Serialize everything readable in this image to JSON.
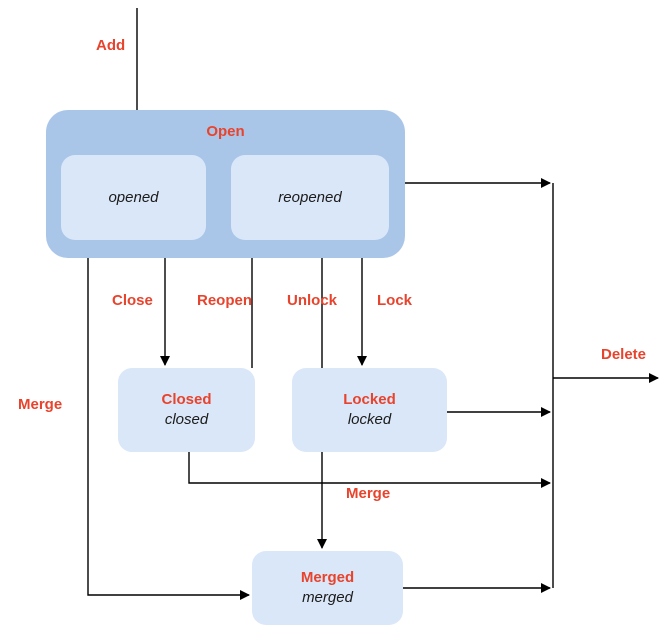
{
  "diagram_type": "state-diagram",
  "colors": {
    "group_fill": "#a9c6e9",
    "state_fill": "#dae7f8",
    "accent_red": "#e8432c",
    "line": "#000000",
    "background": "#ffffff"
  },
  "states": {
    "open": {
      "label": "Open"
    },
    "opened": {
      "label": "opened"
    },
    "reopened": {
      "label": "reopened"
    },
    "closed": {
      "title": "Closed",
      "state": "closed"
    },
    "locked": {
      "title": "Locked",
      "state": "locked"
    },
    "merged": {
      "title": "Merged",
      "state": "merged"
    }
  },
  "transitions": {
    "add": {
      "label": "Add"
    },
    "close": {
      "label": "Close"
    },
    "reopen": {
      "label": "Reopen"
    },
    "unlock": {
      "label": "Unlock"
    },
    "lock": {
      "label": "Lock"
    },
    "merge_from_open": {
      "label": "Merge"
    },
    "merge_to_merged": {
      "label": "Merge"
    },
    "delete": {
      "label": "Delete"
    }
  }
}
